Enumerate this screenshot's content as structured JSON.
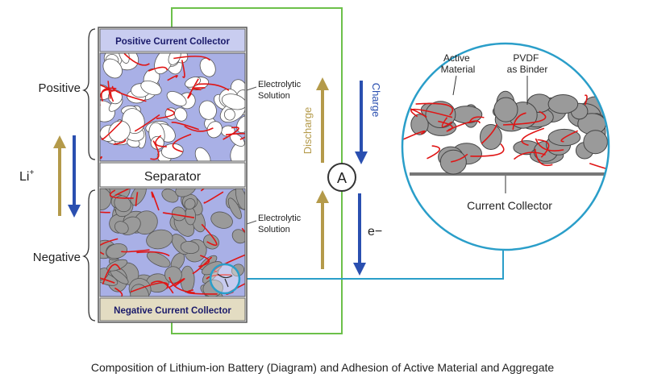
{
  "labels": {
    "positive_collector": "Positive Current Collector",
    "negative_collector": "Negative Current Collector",
    "separator": "Separator",
    "positive": "Positive",
    "negative": "Negative",
    "li_ion": "Li",
    "li_sup": "+",
    "electrolytic_top_1": "Electrolytic",
    "electrolytic_top_2": "Solution",
    "electrolytic_bot_1": "Electrolytic",
    "electrolytic_bot_2": "Solution",
    "discharge": "Discharge",
    "charge": "Charge",
    "ammeter": "A",
    "electron": "e−",
    "active_material_1": "Active",
    "active_material_2": "Material",
    "pvdf_1": "PVDF",
    "pvdf_2": "as Binder",
    "current_collector": "Current Collector"
  },
  "caption": "Composition of Lithium-ion Battery (Diagram) and Adhesion of Active Material and Aggregate",
  "colors": {
    "positive_collector": "#c9cdf0",
    "negative_collector": "#e3dcc2",
    "electrolyte": "#a9b0e6",
    "particle_white": "#ffffff",
    "particle_gray": "#9a9a9a",
    "binder_red": "#e01515",
    "wire_green": "#6cc04a",
    "wire_cyan": "#2a9ec9",
    "arrow_gold": "#b49a4a",
    "arrow_blue": "#2a4fb0"
  }
}
